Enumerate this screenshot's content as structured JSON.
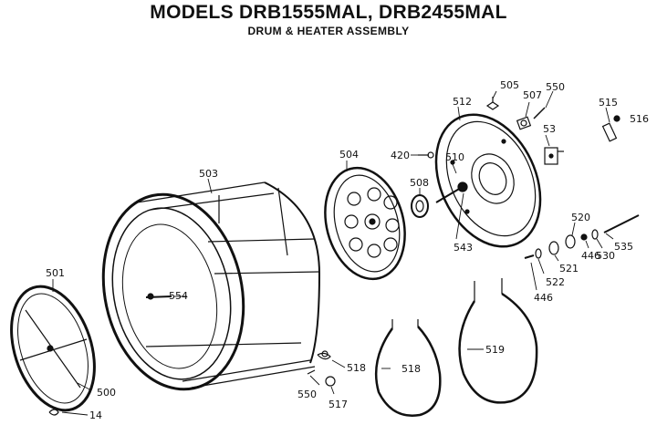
{
  "header": {
    "title": "MODELS DRB1555MAL, DRB2455MAL",
    "subtitle": "DRUM & HEATER ASSEMBLY"
  },
  "part_labels": {
    "p501": "501",
    "p500": "500",
    "p14": "14",
    "p503": "503",
    "p554": "554",
    "p504": "504",
    "p508": "508",
    "p420": "420",
    "p510": "510",
    "p512": "512",
    "p505": "505",
    "p507": "507",
    "p550a": "550",
    "p53": "53",
    "p515": "515",
    "p516": "516",
    "p543": "543",
    "p520": "520",
    "p446a": "446",
    "p530": "530",
    "p535": "535",
    "p521": "521",
    "p522": "522",
    "p446b": "446",
    "p518a": "518",
    "p550b": "550",
    "p517": "517",
    "p518b": "518",
    "p519": "519"
  },
  "colors": {
    "ink": "#111111",
    "background": "#ffffff"
  }
}
